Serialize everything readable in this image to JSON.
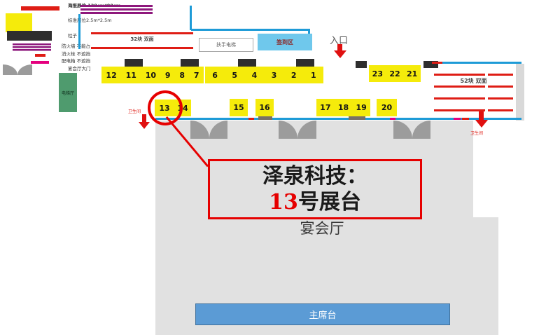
{
  "colors": {
    "red": "#df1d15",
    "yellow": "#f5eb0b",
    "blue_line": "#1e9bd7",
    "checkin_blue": "#6fc8ec",
    "purple": "#8e187c",
    "magenta": "#e5007e",
    "green": "#4f9b6e",
    "stage_blue": "#5b9bd5",
    "hall_gray": "#e1e1e1",
    "door_gray": "#9c9c9c",
    "pillar_dark": "#2e2e2e",
    "circle_red": "#e60000"
  },
  "legend": {
    "items": [
      {
        "label": "海报展位 120cm*90cm"
      },
      {
        "label": "标准展位2.5m*2.5m"
      },
      {
        "label": "柱子"
      },
      {
        "label": "防火墙 不能占"
      },
      {
        "label": "消火栓 不遮挡"
      },
      {
        "label": "配电箱 不遮挡"
      },
      {
        "label": "宴会厅大门"
      }
    ]
  },
  "map": {
    "elevator_hall_label": "电梯厅",
    "left_boards_label": "32块 双面",
    "right_boards_label": "52块 双面",
    "escalator_label": "扶手电梯",
    "checkin_label": "签到区",
    "entrance_label": "入口",
    "restroom_left_label": "卫生间",
    "restroom_right_label": "卫生间",
    "hall_label": "宴会厅",
    "stage_label": "主席台",
    "booths": {
      "top_left": [
        "12",
        "11",
        "10",
        "9",
        "8",
        "7"
      ],
      "top_right": [
        "6",
        "5",
        "4",
        "3",
        "2",
        "1"
      ],
      "right_row": [
        "23",
        "22",
        "21"
      ],
      "mid_right": [
        "17",
        "18",
        "19"
      ],
      "b13": "13",
      "b14": "14",
      "b15": "15",
      "b16": "16",
      "b20": "20"
    }
  },
  "callout": {
    "company_line": "泽泉科技：",
    "booth_number": "13",
    "booth_suffix": "号展台"
  }
}
